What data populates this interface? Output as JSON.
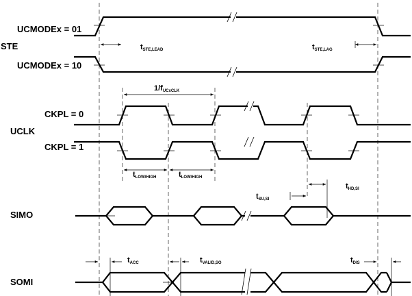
{
  "signals": {
    "ste": "STE",
    "ucmode01": "UCMODEx = 01",
    "ucmode10": "UCMODEx = 10",
    "uclk": "UCLK",
    "ckpl0": "CKPL = 0",
    "ckpl1": "CKPL = 1",
    "simo": "SIMO",
    "somi": "SOMI"
  },
  "timing": {
    "ste_lead": {
      "main": "t",
      "sub": "STE,LEAD"
    },
    "ste_lag": {
      "main": "t",
      "sub": "STE,LAG"
    },
    "fclk": {
      "main": "1/f",
      "sub": "UCxCLK"
    },
    "low_high_1": {
      "main": "t",
      "sub": "LOW/HIGH"
    },
    "low_high_2": {
      "main": "t",
      "sub": "LOW/HIGH"
    },
    "su_si": {
      "main": "t",
      "sub": "SU,SI"
    },
    "hd_si": {
      "main": "t",
      "sub": "HD,SI"
    },
    "acc": {
      "main": "t",
      "sub": "ACC"
    },
    "valid_so": {
      "main": "t",
      "sub": "VALID,SO"
    },
    "dis": {
      "main": "t",
      "sub": "DIS"
    }
  }
}
